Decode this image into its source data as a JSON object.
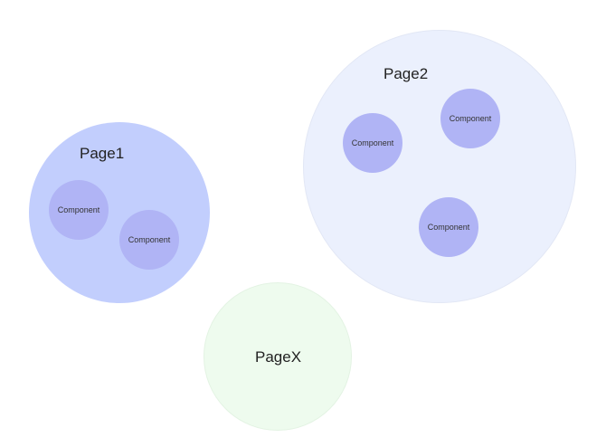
{
  "pages": [
    {
      "title": "Page1",
      "components": [
        "Component",
        "Component"
      ]
    },
    {
      "title": "Page2",
      "components": [
        "Component",
        "Component",
        "Component"
      ]
    },
    {
      "title": "PageX",
      "components": []
    }
  ],
  "colors": {
    "page1": "#c2cefd",
    "page2": "#ebf0fd",
    "pagex": "#eefbee",
    "component": "#b0b4f5"
  }
}
